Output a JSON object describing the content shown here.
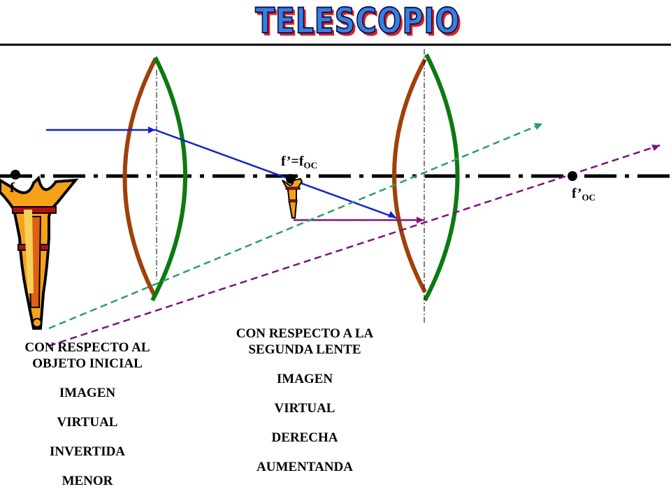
{
  "title": "TELESCOPIO",
  "labels": {
    "f_left": "f",
    "f_prime_eq": "f’=f",
    "f_prime_eq_sub": "OC",
    "f_prime_oc": "f’",
    "f_prime_oc_sub": "OC"
  },
  "note_left": {
    "line1": "CON RESPECTO AL",
    "line2": "OBJETO INICIAL",
    "imagen": "IMAGEN",
    "virtual": "VIRTUAL",
    "invertida": "INVERTIDA",
    "menor": "MENOR"
  },
  "note_right": {
    "line1": "CON RESPECTO A LA",
    "line2": "SEGUNDA LENTE",
    "imagen": "IMAGEN",
    "virtual": "VIRTUAL",
    "derecha": "DERECHA",
    "aumentanda": "AUMENTANDA"
  },
  "colors": {
    "objective_left_arc": "#a0400a",
    "objective_right_arc": "#0a7a10",
    "ray_blue": "#1020d0",
    "ray_green_dashed": "#2aa060",
    "ray_purple_dashed": "#801080",
    "axis": "#000000"
  }
}
